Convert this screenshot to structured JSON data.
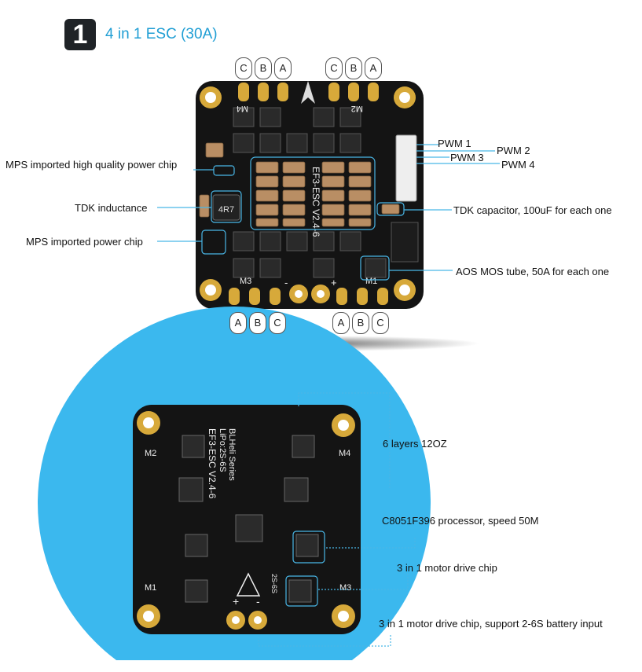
{
  "header": {
    "number": "1",
    "title": "4 in 1 ESC (30A)"
  },
  "top_pins": [
    "C",
    "B",
    "A",
    "C",
    "B",
    "A"
  ],
  "bottom_pins": [
    "A",
    "B",
    "C",
    "A",
    "B",
    "C"
  ],
  "board1": {
    "silk_main": "EF3-ESC V2.4-6",
    "inductor_marking": "4R7",
    "motor_labels": [
      "M4",
      "M2",
      "M3",
      "M1"
    ],
    "polarity": [
      "-",
      "+"
    ]
  },
  "pwm_labels": [
    "PWM 1",
    "PWM 2",
    "PWM 3",
    "PWM 4"
  ],
  "annotations_top": {
    "mps_power_quality": "MPS imported high quality power chip",
    "tdk_inductance": "TDK inductance",
    "mps_power": "MPS imported power chip",
    "tdk_capacitor": "TDK capacitor, 100uF for each one",
    "aos_mos": "AOS MOS tube, 50A for each one"
  },
  "board2": {
    "silk_lines": [
      "BLHeli Series",
      "LiPo:2S-6S",
      "EF3-ESC V2.4-6"
    ],
    "motor_labels": [
      "M2",
      "M4",
      "M1",
      "M3"
    ],
    "voltage": "2S-6S",
    "polarity": [
      "+",
      "-"
    ]
  },
  "annotations_bottom": {
    "layers": "6 layers 12OZ",
    "processor": "C8051F396 processor, speed 50M",
    "drive_chip": "3 in 1 motor drive chip",
    "drive_chip_battery": "3 in 1 motor drive chip, support 2-6S battery input"
  },
  "colors": {
    "accent": "#1f9ed4",
    "board": "#141414",
    "gold": "#d7a93a",
    "circle": "#3bb8ee"
  }
}
